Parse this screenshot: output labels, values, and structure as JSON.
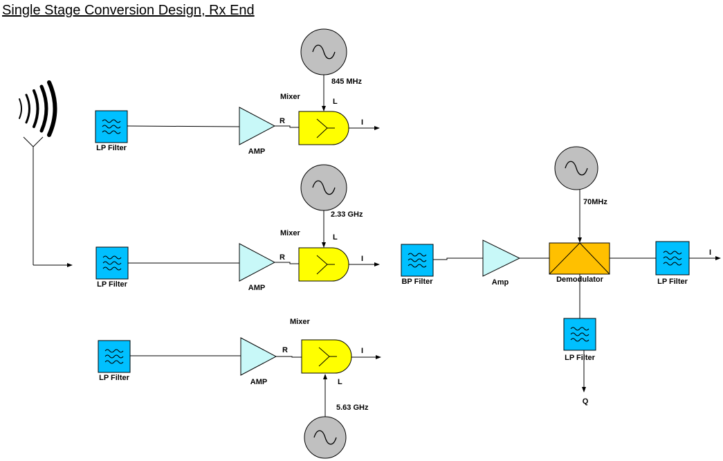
{
  "title": "Single Stage Conversion Design, Rx End",
  "colors": {
    "filter_fill": "#00c0ff",
    "amp_fill": "#c8f8f8",
    "mixer_fill": "#ffff00",
    "demod_fill": "#ffc000",
    "oscillator_fill": "#c0c0c0"
  },
  "branch1": {
    "filter_label": "LP Filter",
    "amp_label": "AMP",
    "mixer_label": "Mixer",
    "port_r": "R",
    "port_l": "L",
    "output": "I",
    "lo_freq": "845 MHz"
  },
  "branch2": {
    "filter_label": "LP Filter",
    "amp_label": "AMP",
    "mixer_label": "Mixer",
    "port_r": "R",
    "port_l": "L",
    "output": "I",
    "lo_freq": "2.33 GHz"
  },
  "branch3": {
    "filter_label": "LP Filter",
    "amp_label": "AMP",
    "mixer_label": "Mixer",
    "port_r": "R",
    "port_l": "L",
    "output": "I",
    "lo_freq": "5.63 GHz"
  },
  "second_stage": {
    "bp_filter_label": "BP Filter",
    "amp_label": "Amp",
    "demod_label": "Demodulator",
    "lo_freq": "70MHz",
    "i_filter_label": "LP Filter",
    "i_output": "I",
    "q_filter_label": "LP Filter",
    "q_output": "Q"
  }
}
